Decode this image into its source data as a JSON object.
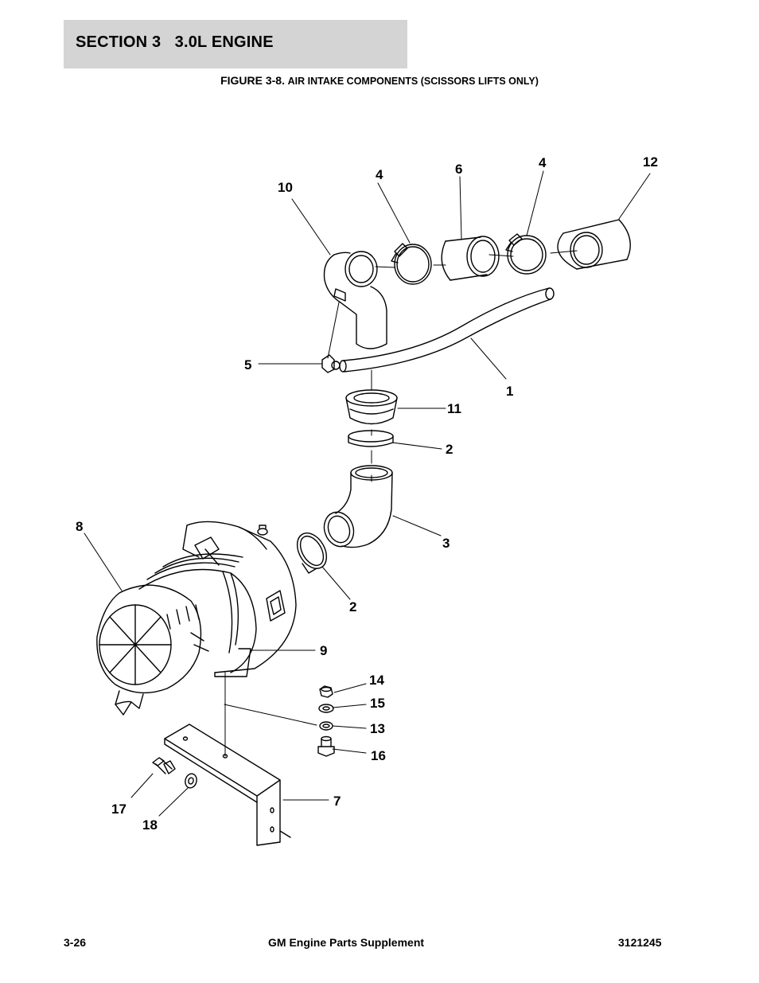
{
  "header": {
    "section": "SECTION 3   3.0L ENGINE",
    "header_bg": "#d4d4d4"
  },
  "figure": {
    "label": "FIGURE 3-8.",
    "title": "AIR INTAKE COMPONENTS (SCISSORS LIFTS ONLY)"
  },
  "callouts": {
    "c1": "1",
    "c2a": "2",
    "c2b": "2",
    "c3": "3",
    "c4a": "4",
    "c4b": "4",
    "c5": "5",
    "c6": "6",
    "c7": "7",
    "c8": "8",
    "c9": "9",
    "c10": "10",
    "c11": "11",
    "c12": "12",
    "c13": "13",
    "c14": "14",
    "c15": "15",
    "c16": "16",
    "c17": "17",
    "c18": "18"
  },
  "footer": {
    "page": "3-26",
    "title": "GM Engine Parts Supplement",
    "docnum": "3121245"
  }
}
